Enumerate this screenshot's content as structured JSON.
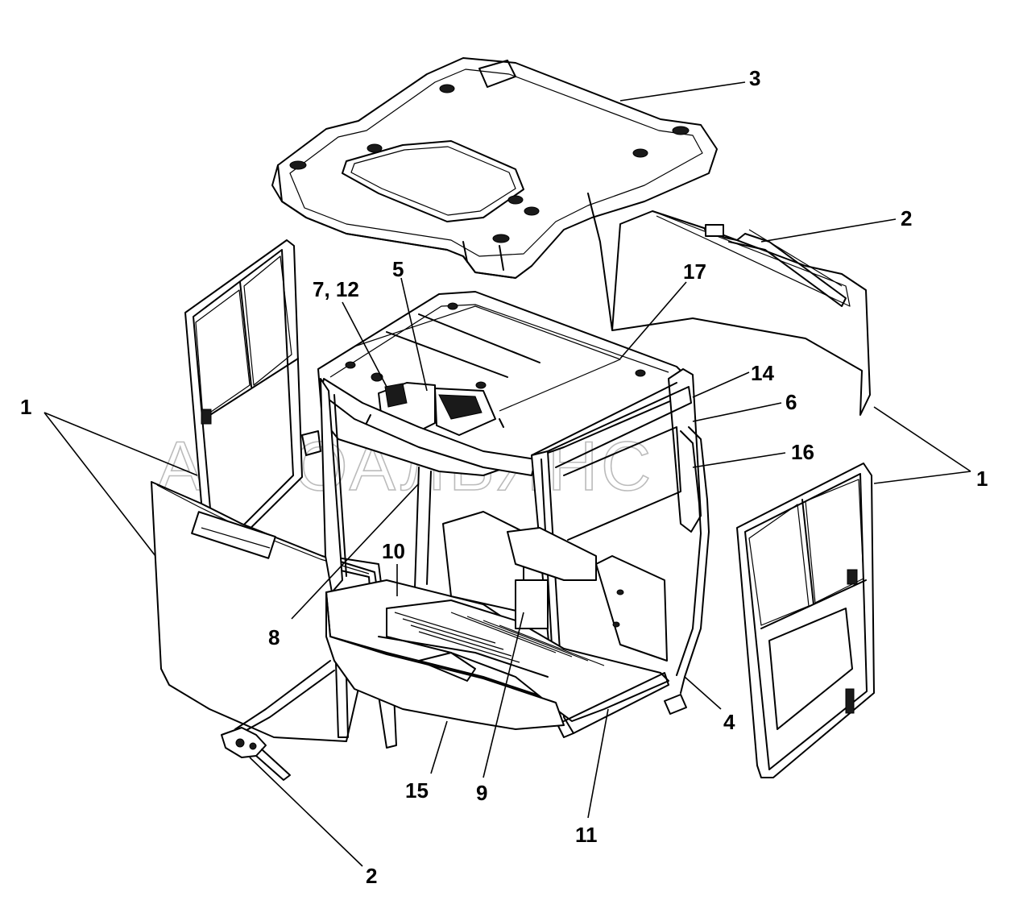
{
  "watermark": "АВТОАЛЬЯНС",
  "callouts": {
    "c1_left": "1",
    "c1_right": "1",
    "c2_top": "2",
    "c2_bottom": "2",
    "c3": "3",
    "c4": "4",
    "c5": "5",
    "c6": "6",
    "c7_12": "7, 12",
    "c8": "8",
    "c9": "9",
    "c10": "10",
    "c11": "11",
    "c14": "14",
    "c15": "15",
    "c16": "16",
    "c17": "17"
  }
}
